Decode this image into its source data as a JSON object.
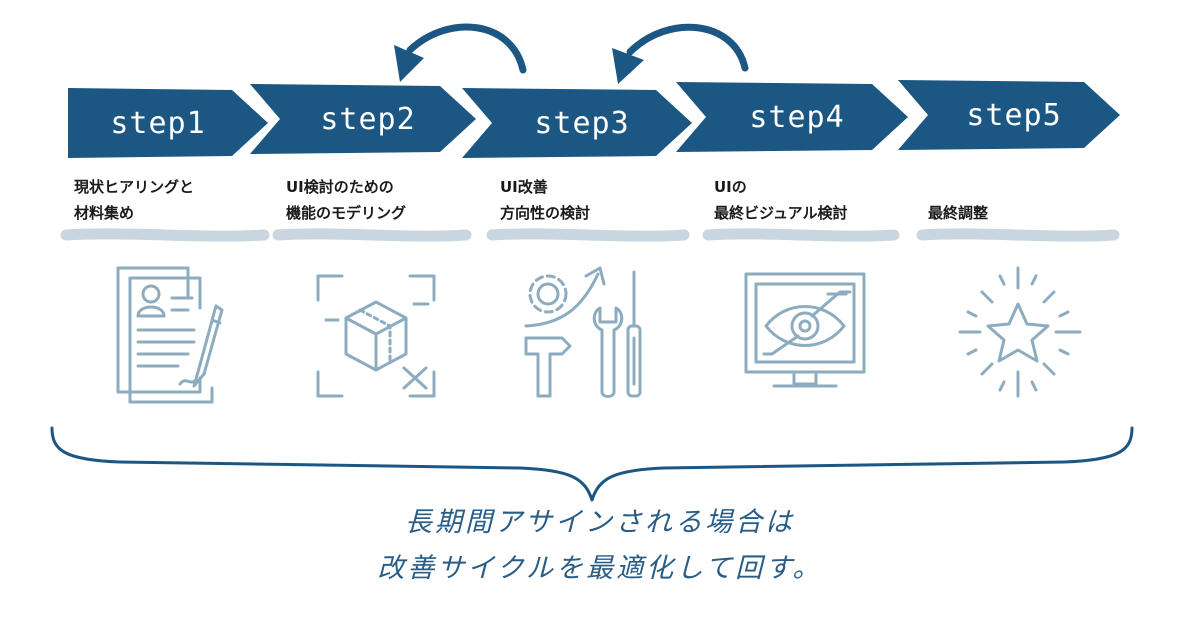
{
  "steps": [
    {
      "label": "step1",
      "desc": [
        "現状ヒアリングと",
        "材料集め"
      ],
      "icon": "resume-document-pen-icon"
    },
    {
      "label": "step2",
      "desc": [
        "UI検討のための",
        "機能のモデリング"
      ],
      "icon": "cube-modeling-frame-icon"
    },
    {
      "label": "step3",
      "desc": [
        "UI改善",
        "方向性の検討"
      ],
      "icon": "tools-gear-wrench-icon"
    },
    {
      "label": "step4",
      "desc": [
        "UIの",
        "最終ビジュアル検討"
      ],
      "icon": "monitor-eye-icon"
    },
    {
      "label": "step5",
      "desc": [
        "最終調整"
      ],
      "icon": "sparkle-star-icon"
    }
  ],
  "note": [
    "長期間アサインされる場合は",
    "改善サイクルを最適化して回す。"
  ],
  "colors": {
    "arrow": "#1b5782",
    "icon": "#8eacbf",
    "underline": "#c9d6df",
    "note": "#2a5d86"
  }
}
